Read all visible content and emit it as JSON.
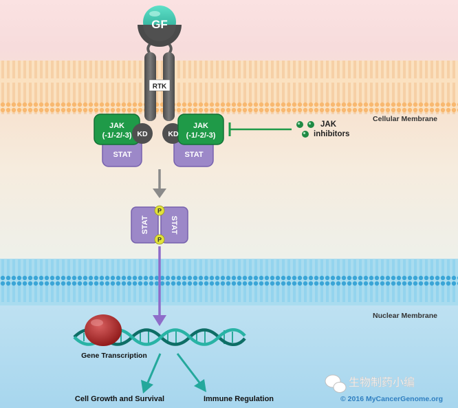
{
  "labels": {
    "growth_factor": "GF",
    "receptor": "RTK",
    "jak_left_line1": "JAK",
    "jak_left_line2": "(-1/-2/-3)",
    "jak_right_line1": "JAK",
    "jak_right_line2": "(-1/-2/-3)",
    "kd_left": "KD",
    "kd_right": "KD",
    "stat_left": "STAT",
    "stat_right": "STAT",
    "stat_dimer_left": "STAT",
    "stat_dimer_right": "STAT",
    "phospho_top": "P",
    "phospho_bottom": "P",
    "inhibitors_line1": "JAK",
    "inhibitors_line2": "inhibitors",
    "cellular_membrane": "Cellular Membrane",
    "nuclear_membrane": "Nuclear Membrane",
    "gene_transcription": "Gene Transcription",
    "cell_growth": "Cell Growth and Survival",
    "immune_regulation": "Immune Regulation",
    "copyright": "© 2016 MyCancerGenome.org",
    "watermark": "生物制药小编"
  },
  "colors": {
    "membrane": "#f6c793",
    "nuclear_membrane": "#6cc6e8",
    "jak_green": "#1f9a48",
    "stat_purple": "#9b86c8",
    "receptor_gray": "#5a5a5a",
    "gf_teal": "#2fbfa6",
    "arrow_teal": "#24a89c",
    "arrow_purple": "#8e6cc9",
    "copyright_blue": "#2f7fc0"
  }
}
